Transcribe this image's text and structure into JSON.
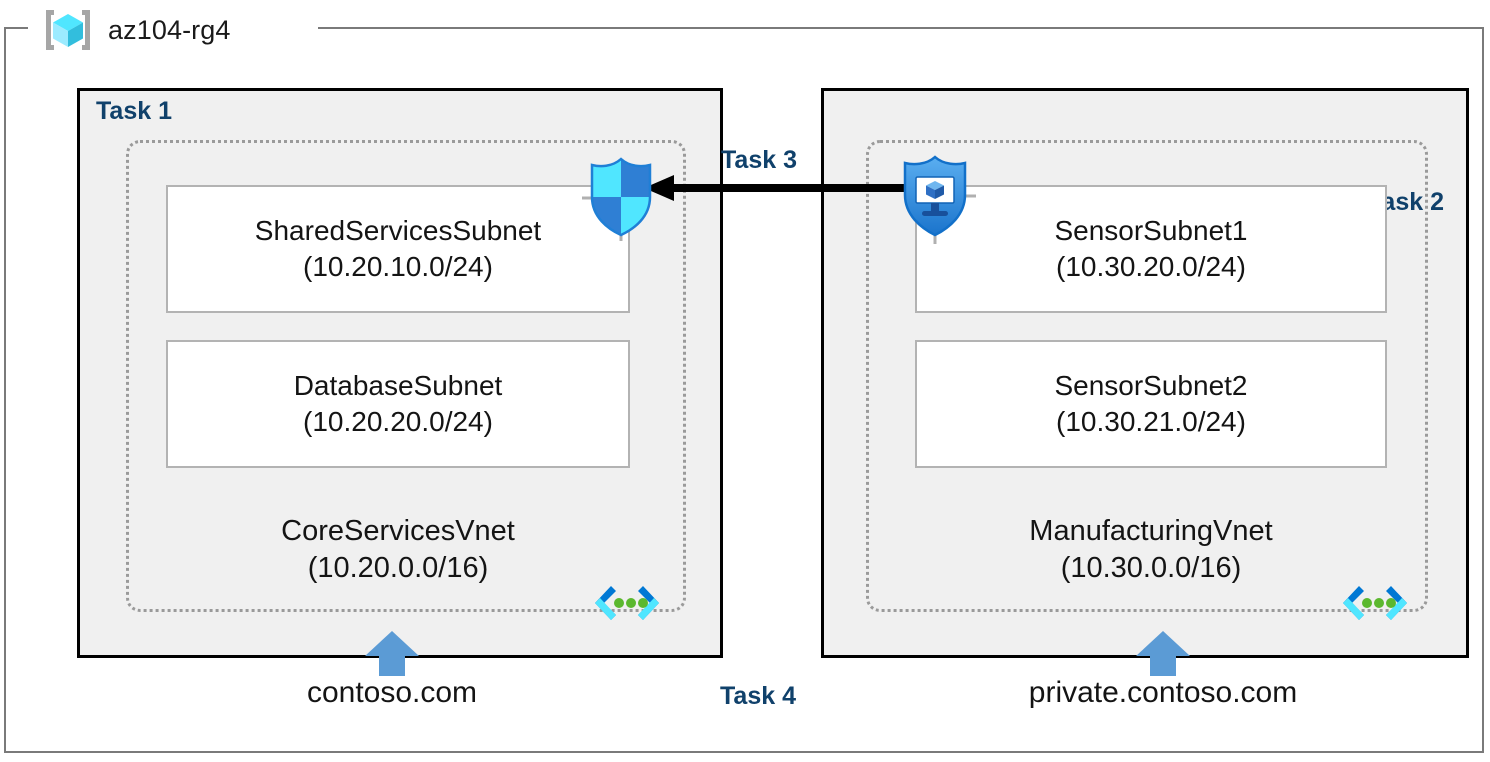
{
  "resource_group": {
    "name": "az104-rg4",
    "icon": "resource-group-cube-icon"
  },
  "tasks": {
    "task1_label": "Task 1",
    "task2_label": "Task 2",
    "task3_label": "Task 3",
    "task4_label": "Task 4"
  },
  "vnets": [
    {
      "id": "core",
      "name": "CoreServicesVnet",
      "cidr": "(10.20.0.0/16)",
      "icon": "virtual-network-icon",
      "dns_zone": "contoso.com",
      "subnets": [
        {
          "name": "SharedServicesSubnet",
          "cidr": "(10.20.10.0/24)"
        },
        {
          "name": "DatabaseSubnet",
          "cidr": "(10.20.20.0/24)"
        }
      ]
    },
    {
      "id": "manufacturing",
      "name": "ManufacturingVnet",
      "cidr": "(10.30.0.0/16)",
      "icon": "virtual-network-icon",
      "dns_zone": "private.contoso.com",
      "subnets": [
        {
          "name": "SensorSubnet1",
          "cidr": "(10.30.20.0/24)"
        },
        {
          "name": "SensorSubnet2",
          "cidr": "(10.30.21.0/24)"
        }
      ]
    }
  ],
  "icons": {
    "left_shield": "network-security-shield-icon",
    "right_shield": "private-endpoint-shield-monitor-icon",
    "peering_arrow": "peering-arrow-icon",
    "dns_link_arrow": "dns-link-up-arrow-icon"
  },
  "colors": {
    "task_label": "#10416b",
    "panel_fill": "#f0f0f0",
    "panel_border": "#000000",
    "vnet_border": "#9a9a9a",
    "subnet_border": "#b3b3b3",
    "arrow_blue": "#5b9bd5",
    "azure_cyan": "#50e6ff",
    "azure_blue": "#0078d4",
    "rg_frame": "#7a7a7a"
  }
}
